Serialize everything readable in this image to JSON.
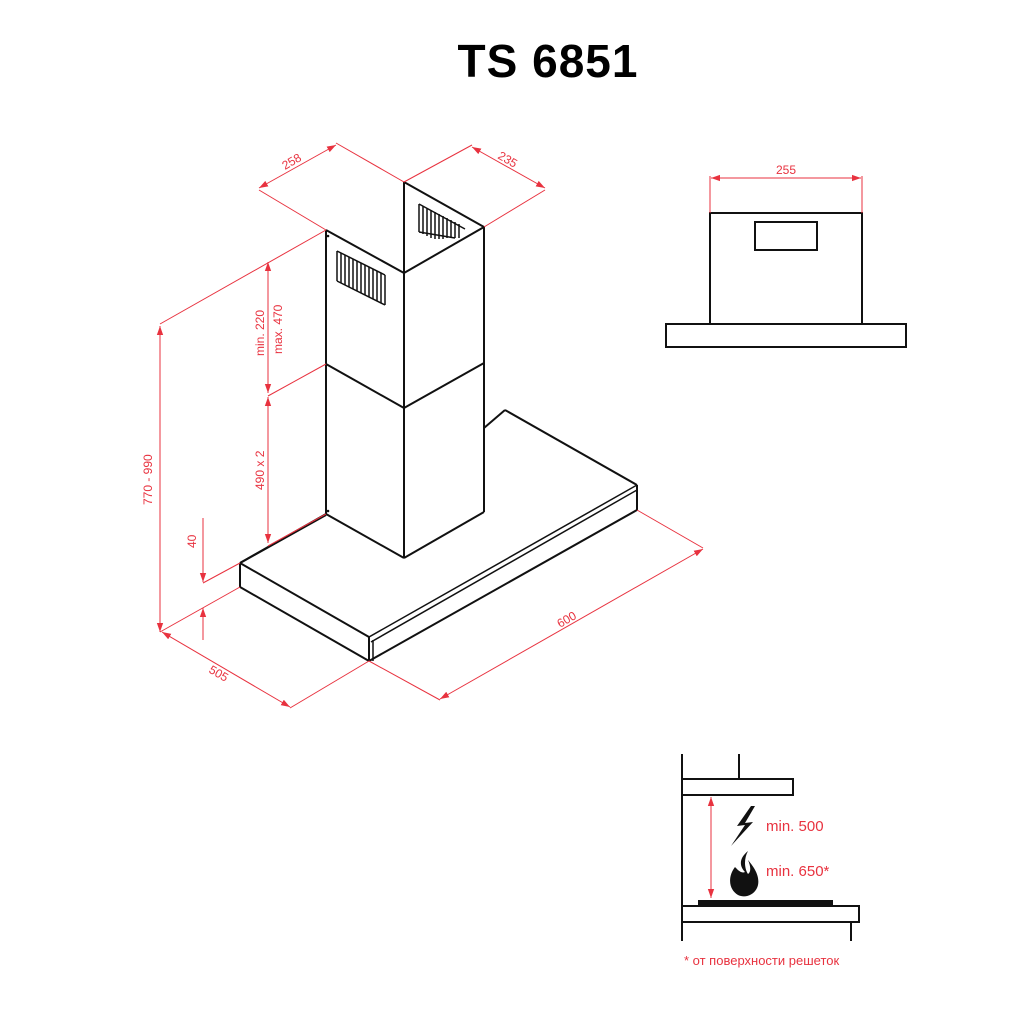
{
  "title": "TS 6851",
  "colors": {
    "dimension": "#e8323f",
    "outline": "#111111",
    "background": "#ffffff"
  },
  "isometric_view": {
    "dimensions": {
      "chimney_depth": "258",
      "chimney_width": "235",
      "upper_chimney_height": {
        "line1": "min. 220",
        "line2": "max. 470"
      },
      "lower_chimney_height": "490 x 2",
      "total_height": "770 - 990",
      "canopy_thickness": "40",
      "canopy_depth": "505",
      "canopy_width": "600"
    }
  },
  "side_view": {
    "dimensions": {
      "chimney_width": "255"
    }
  },
  "installation_view": {
    "labels": {
      "electric_min": "min. 500",
      "gas_min": "min. 650*"
    },
    "icons": [
      "lightning-icon",
      "flame-icon"
    ],
    "footnote": "* от поверхности решеток"
  }
}
